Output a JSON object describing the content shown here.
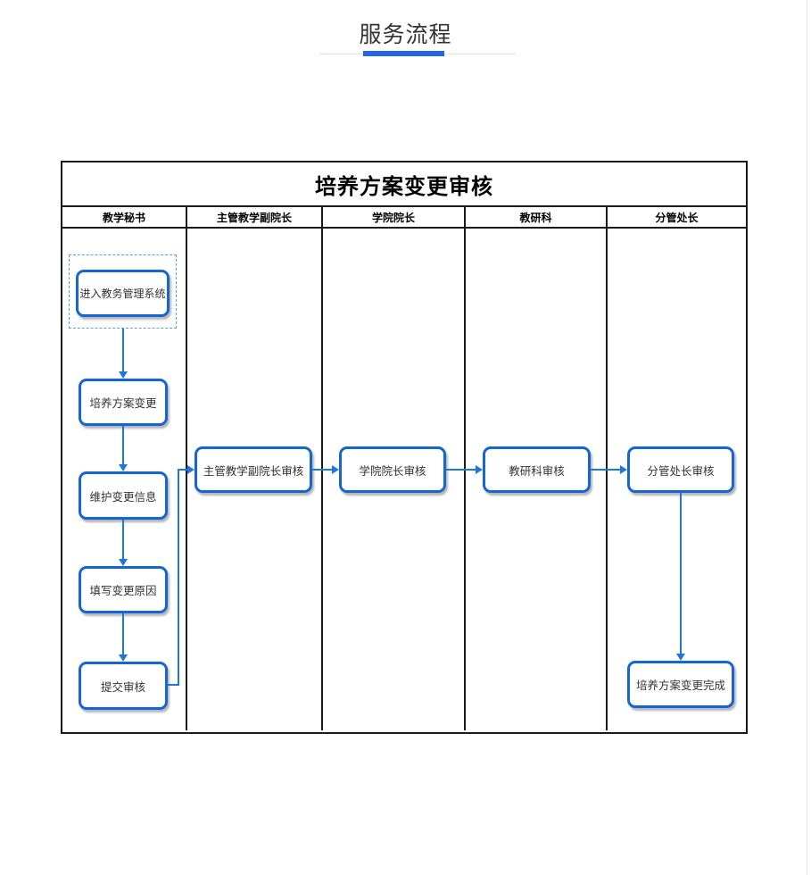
{
  "page": {
    "section_title": "服务流程",
    "accent_color": "#2563eb"
  },
  "flowchart": {
    "title": "培养方案变更审核",
    "lanes": [
      {
        "label": "教学秘书"
      },
      {
        "label": "主管教学副院长"
      },
      {
        "label": "学院院长"
      },
      {
        "label": "教研科"
      },
      {
        "label": "分管处长"
      }
    ],
    "nodes": [
      {
        "id": "enter-system",
        "label": "进入教务管理系统",
        "lane": "教学秘书",
        "selected": true
      },
      {
        "id": "plan-change",
        "label": "培养方案变更",
        "lane": "教学秘书"
      },
      {
        "id": "maintain-info",
        "label": "维护变更信息",
        "lane": "教学秘书"
      },
      {
        "id": "fill-reason",
        "label": "填写变更原因",
        "lane": "教学秘书"
      },
      {
        "id": "submit-review",
        "label": "提交审核",
        "lane": "教学秘书"
      },
      {
        "id": "vice-dean-review",
        "label": "主管教学副院长审核",
        "lane": "主管教学副院长"
      },
      {
        "id": "dean-review",
        "label": "学院院长审核",
        "lane": "学院院长"
      },
      {
        "id": "research-review",
        "label": "教研科审核",
        "lane": "教研科"
      },
      {
        "id": "director-review",
        "label": "分管处长审核",
        "lane": "分管处长"
      },
      {
        "id": "change-complete",
        "label": "培养方案变更完成",
        "lane": "分管处长"
      }
    ],
    "edges": [
      {
        "from": "enter-system",
        "to": "plan-change"
      },
      {
        "from": "plan-change",
        "to": "maintain-info"
      },
      {
        "from": "maintain-info",
        "to": "fill-reason"
      },
      {
        "from": "fill-reason",
        "to": "submit-review"
      },
      {
        "from": "submit-review",
        "to": "vice-dean-review"
      },
      {
        "from": "vice-dean-review",
        "to": "dean-review"
      },
      {
        "from": "dean-review",
        "to": "research-review"
      },
      {
        "from": "research-review",
        "to": "director-review"
      },
      {
        "from": "director-review",
        "to": "change-complete"
      }
    ],
    "colors": {
      "node_border": "#1565d2",
      "arrow": "#1e78dc",
      "selection_outline": "#58a0ea",
      "grid": "#1a1a1a"
    }
  }
}
